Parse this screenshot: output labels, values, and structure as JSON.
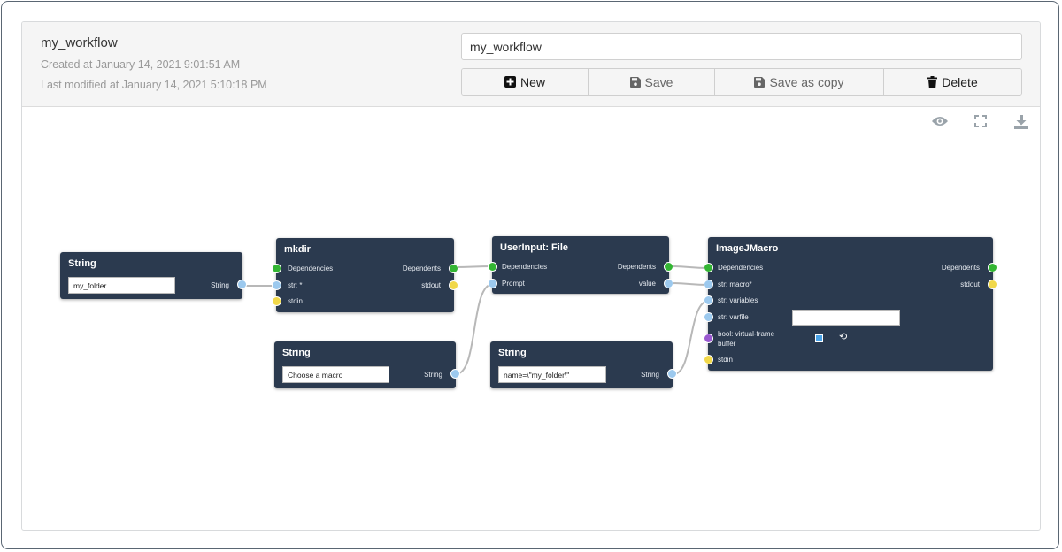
{
  "workflow": {
    "title": "my_workflow",
    "created": "Created at January 14, 2021 9:01:51 AM",
    "modified": "Last modified at January 14, 2021 5:10:18 PM",
    "name_value": "my_workflow"
  },
  "toolbar": {
    "new_label": "New",
    "save_label": "Save",
    "save_copy_label": "Save as copy",
    "delete_label": "Delete"
  },
  "canvas_tools": [
    "eye-icon",
    "fullscreen-icon",
    "download-icon"
  ],
  "nodes": {
    "string1": {
      "title": "String",
      "value": "my_folder",
      "out": "String"
    },
    "mkdir": {
      "title": "mkdir",
      "in": [
        "Dependencies",
        "str: *",
        "stdin"
      ],
      "out": [
        "Dependents",
        "stdout"
      ]
    },
    "string2": {
      "title": "String",
      "value": "Choose a macro",
      "out": "String"
    },
    "userinput": {
      "title": "UserInput: File",
      "in": [
        "Dependencies",
        "Prompt"
      ],
      "out": [
        "Dependents",
        "value"
      ]
    },
    "string3": {
      "title": "String",
      "value": "name=\\\"my_folder\\\"",
      "out": "String"
    },
    "imagej": {
      "title": "ImageJMacro",
      "in": [
        "Dependencies",
        "str: macro*",
        "str: variables",
        "str: varfile",
        "bool: virtual-frame",
        "buffer",
        "stdin"
      ],
      "out": [
        "Dependents",
        "stdout"
      ],
      "varfile_value": "",
      "undo_glyph": "⟲"
    }
  },
  "colors": {
    "node_bg": "#2b3a4f",
    "port_green": "#33b533",
    "port_yellow": "#f1d84a",
    "port_blue": "#9cc9ee",
    "port_purple": "#9a59d0"
  }
}
